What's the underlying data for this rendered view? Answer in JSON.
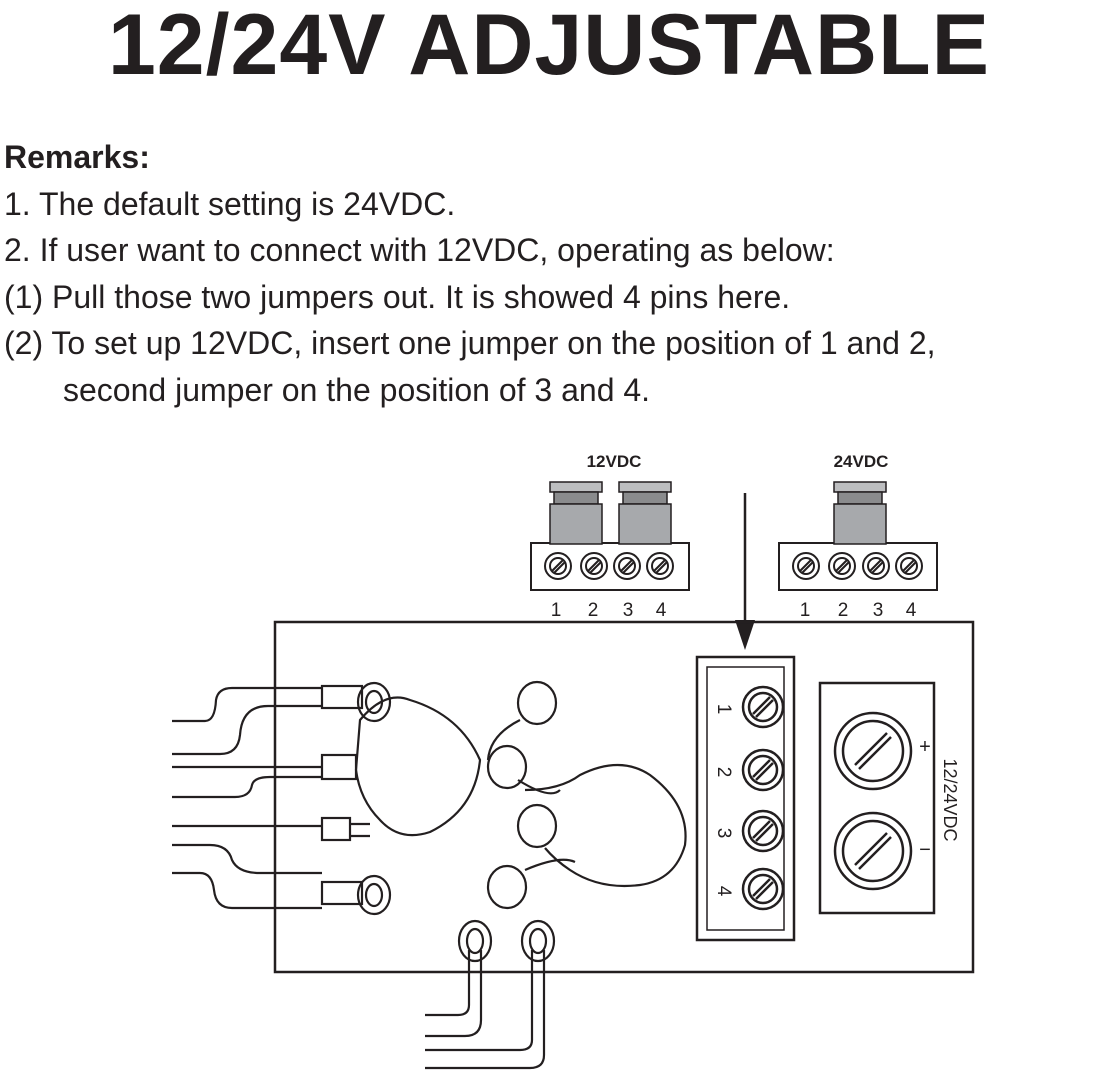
{
  "title": "12/24V ADJUSTABLE",
  "remarks": {
    "heading": "Remarks:",
    "lines": [
      "1. The default setting is 24VDC.",
      "2. If user want to connect with 12VDC, operating as below:",
      "(1) Pull those two jumpers out. It is showed 4 pins here.",
      "(2) To set up 12VDC, insert one jumper on the position of 1 and 2,",
      "second jumper on the position of 3 and 4."
    ]
  },
  "diagram": {
    "label_12v": "12VDC",
    "label_24v": "24VDC",
    "pins_12v": [
      "1",
      "2",
      "3",
      "4"
    ],
    "pins_24v": [
      "1",
      "2",
      "3",
      "4"
    ],
    "board_pins": [
      "1",
      "2",
      "3",
      "4"
    ],
    "plus": "+",
    "minus": "−",
    "output_label": "12/24VDC"
  }
}
